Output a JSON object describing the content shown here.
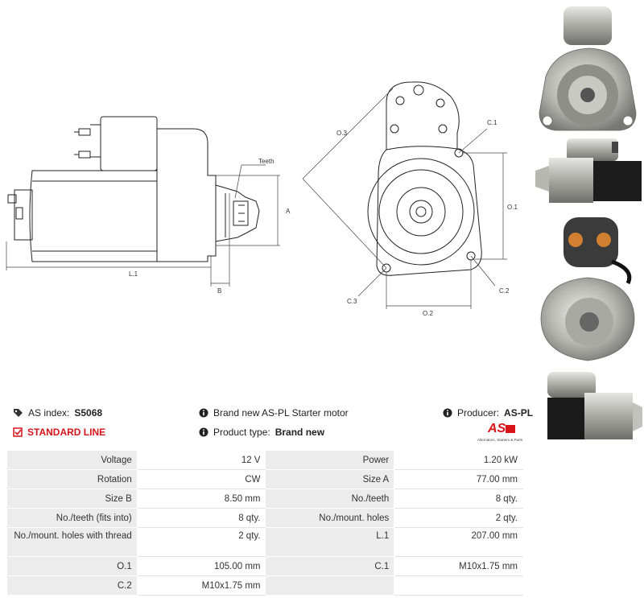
{
  "drawing": {
    "labels": {
      "teeth": "Teeth",
      "a": "A",
      "b": "B",
      "l1": "L.1",
      "o1": "O.1",
      "o2": "O.2",
      "o3": "O.3",
      "c1": "C.1",
      "c2": "C.2",
      "c3": "C.3"
    }
  },
  "info": {
    "as_index_label": "AS index:",
    "as_index_value": "S5068",
    "standard_line": "STANDARD LINE",
    "description": "Brand new AS-PL Starter motor",
    "product_type_label": "Product type:",
    "product_type_value": "Brand new",
    "producer_label": "Producer:",
    "producer_value": "AS-PL",
    "logo_text": "AS",
    "logo_tagline": "Alternators, Starters & Parts",
    "colors": {
      "accent": "#d8131a"
    }
  },
  "specs": {
    "rows": [
      {
        "l1": "Voltage",
        "v1": "12 V",
        "l2": "Power",
        "v2": "1.20 kW"
      },
      {
        "l1": "Rotation",
        "v1": "CW",
        "l2": "Size A",
        "v2": "77.00 mm"
      },
      {
        "l1": "Size B",
        "v1": "8.50 mm",
        "l2": "No./teeth",
        "v2": "8 qty."
      },
      {
        "l1": "No./teeth (fits into)",
        "v1": "8 qty.",
        "l2": "No./mount. holes",
        "v2": "2 qty."
      },
      {
        "l1": "No./mount. holes with thread",
        "v1": "2 qty.",
        "l2": "L.1",
        "v2": "207.00 mm"
      },
      {
        "l1": "O.1",
        "v1": "105.00 mm",
        "l2": "C.1",
        "v2": "M10x1.75 mm"
      },
      {
        "l1": "C.2",
        "v1": "M10x1.75 mm",
        "l2": "",
        "v2": ""
      }
    ]
  }
}
